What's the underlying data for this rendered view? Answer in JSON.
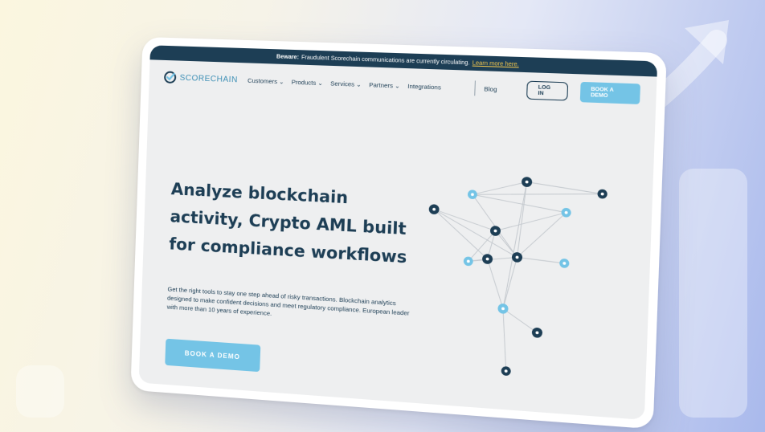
{
  "banner": {
    "prefix": "Beware:",
    "message": "Fraudulent Scorechain communications are currently circulating.",
    "link": "Learn more here."
  },
  "nav": {
    "logo": "SCORECHAIN",
    "items": [
      "Customers",
      "Products",
      "Services",
      "Partners",
      "Integrations"
    ],
    "blog": "Blog",
    "login": "LOG IN",
    "book_demo": "BOOK A DEMO"
  },
  "hero": {
    "title_line1": "Analyze blockchain",
    "title_line2": "activity, Crypto AML built",
    "title_line3": "for compliance workflows",
    "description": "Get the right tools to stay one step ahead of risky transactions. Blockchain analytics designed to make confident decisions and meet regulatory compliance. European leader with more than 10 years of experience.",
    "cta": "BOOK A DEMO"
  },
  "colors": {
    "navy": "#1d3e55",
    "accent": "#74c4e6",
    "warning_link": "#f4c84e"
  }
}
